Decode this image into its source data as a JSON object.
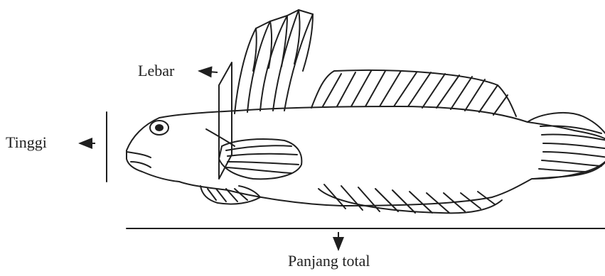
{
  "labels": {
    "lebar": "Lebar",
    "tinggi": "Tinggi",
    "panjang_total": "Panjang total"
  },
  "colors": {
    "ink": "#1f1f1f",
    "background": "#ffffff"
  }
}
